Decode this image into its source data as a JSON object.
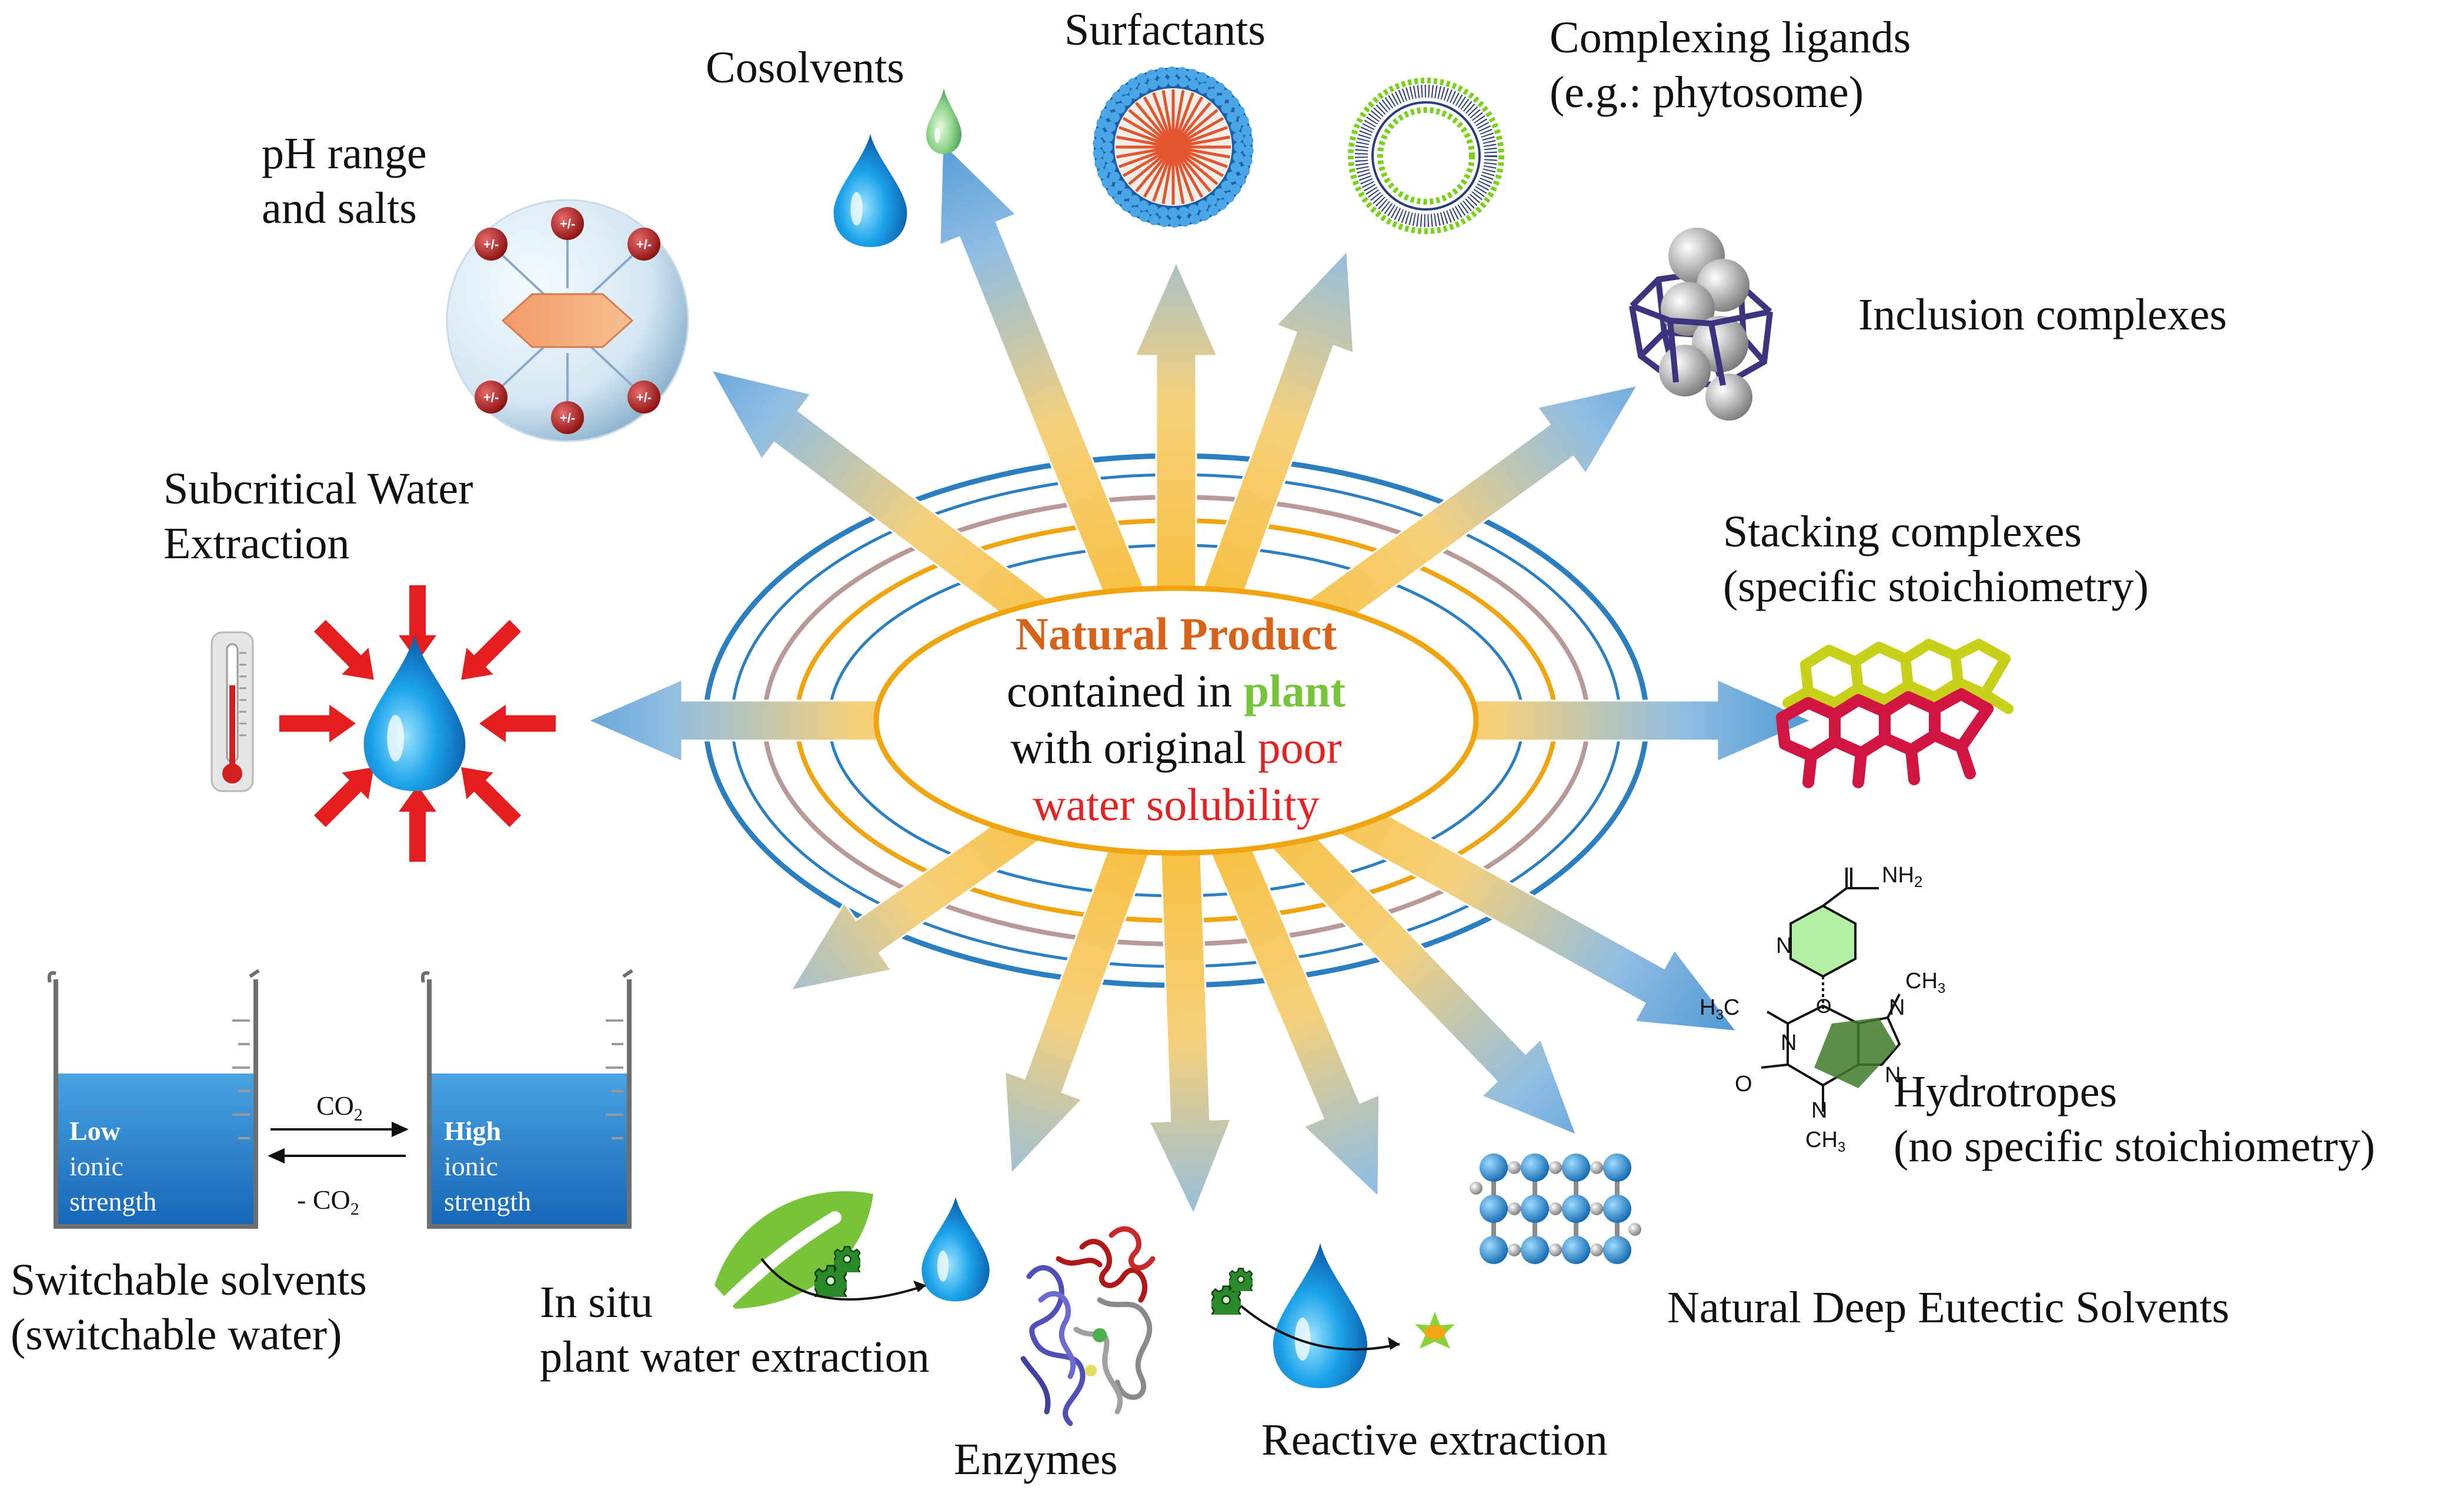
{
  "colors": {
    "arrow_top": "#f8b51c",
    "arrow_bottom": "#3f90d0",
    "ring_blue": "#2b7fc0",
    "ring_pink": "#b99898",
    "ring_orange": "#f0a510",
    "title_orange": "#d9621a",
    "plant_green": "#77c43a",
    "poor_red": "#e52222",
    "drop_blue": "#1c8fd8",
    "heat_arrow_red": "#e41e1e"
  },
  "center": {
    "title": "Natural Product",
    "line2_prefix": "contained in ",
    "line2_highlight": "plant",
    "line3_prefix": "with original ",
    "line3_highlight": "poor",
    "line4": "water solubility"
  },
  "labels": {
    "ph": [
      "pH range",
      "and salts"
    ],
    "cosolvents": "Cosolvents",
    "surfactants": "Surfactants",
    "complexing": [
      "Complexing ligands",
      "(e.g.: phytosome)"
    ],
    "inclusion": "Inclusion complexes",
    "stacking": [
      "Stacking complexes",
      "(specific stoichiometry)"
    ],
    "hydrotropes": [
      "Hydrotropes",
      "(no specific stoichiometry)"
    ],
    "nades": "Natural Deep Eutectic Solvents",
    "reactive": "Reactive extraction",
    "enzymes": "Enzymes",
    "insitu": [
      "In situ",
      "plant water extraction"
    ],
    "switchable": [
      "Switchable solvents",
      "(switchable water)"
    ],
    "subcritical": [
      "Subcritical Water",
      "Extraction"
    ]
  },
  "beakers": {
    "left": {
      "bold": "Low",
      "line2": "ionic",
      "line3": "strength"
    },
    "right": {
      "bold": "High",
      "line2": "ionic",
      "line3": "strength"
    },
    "forward": "CO",
    "forward_sub": "2",
    "backward": "- CO",
    "backward_sub": "2"
  },
  "molecule": {
    "nh2": "NH",
    "nh2_sub": "2",
    "n1": "N",
    "h3c": "H",
    "h3c_sub": "3",
    "h3c_c": "C",
    "n2": "N",
    "o1": "O",
    "n3": "N",
    "ch3a": "CH",
    "ch3a_sub": "3",
    "ch3b": "CH",
    "ch3b_sub": "3",
    "n4": "N",
    "n5": "N",
    "o2": "O"
  },
  "ph_glyph": "+/-",
  "icons": [
    "water-drop-icon",
    "cosolvent-drop-icon",
    "micelle-icon",
    "liposome-icon",
    "cyclodextrin-icon",
    "stacked-molecules-icon",
    "hydrotrope-molecule-icon",
    "nades-network-icon",
    "enzyme-protein-icon",
    "leaf-icon",
    "gear-icon",
    "thermometer-icon",
    "beaker-icon",
    "ion-sphere-icon"
  ]
}
